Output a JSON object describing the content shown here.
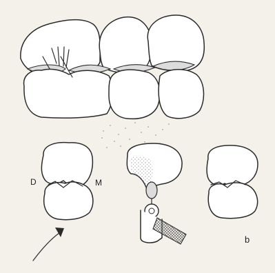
{
  "labels": {
    "distal": "D",
    "mesial": "M",
    "panel": "b"
  },
  "colors": {
    "background": "#f4f1ea",
    "ink": "#2a2a2a",
    "tooth_fill": "#ffffff",
    "shading": "#8a8a8a",
    "crosshatch": "#666666"
  },
  "icons": {
    "arrow": "curved-arrow-icon",
    "handpiece": "dental-handpiece-icon"
  }
}
